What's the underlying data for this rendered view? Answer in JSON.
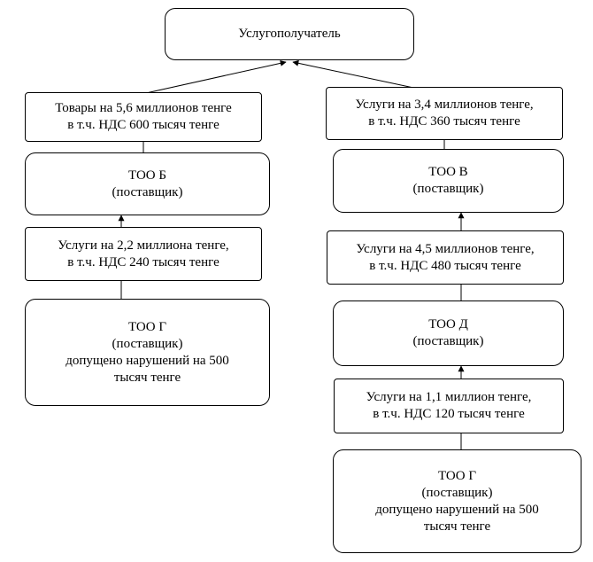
{
  "diagram": {
    "recipient": "Услугополучатель",
    "left": {
      "flow_top": [
        "Товары на 5,6 миллионов тенге",
        "в т.ч. НДС 600 тысяч тенге"
      ],
      "supplier_b": [
        "ТОО Б",
        "(поставщик)"
      ],
      "flow_bottom": [
        "Услуги на 2,2 миллиона тенге,",
        "в т.ч. НДС 240 тысяч тенге"
      ],
      "supplier_g": [
        "ТОО Г",
        "(поставщик)",
        "допущено нарушений на 500",
        "тысяч тенге"
      ]
    },
    "right": {
      "flow_top": [
        "Услуги на 3,4 миллионов тенге,",
        "в т.ч. НДС 360 тысяч тенге"
      ],
      "supplier_v": [
        "ТОО В",
        "(поставщик)"
      ],
      "flow_middle": [
        "Услуги на 4,5 миллионов тенге,",
        "в т.ч. НДС 480 тысяч тенге"
      ],
      "supplier_d": [
        "ТОО Д",
        "(поставщик)"
      ],
      "flow_bottom": [
        "Услуги на 1,1 миллион тенге,",
        "в т.ч. НДС 120 тысяч тенге"
      ],
      "supplier_g": [
        "ТОО Г",
        "(поставщик)",
        "допущено нарушений на 500",
        "тысяч тенге"
      ]
    }
  }
}
